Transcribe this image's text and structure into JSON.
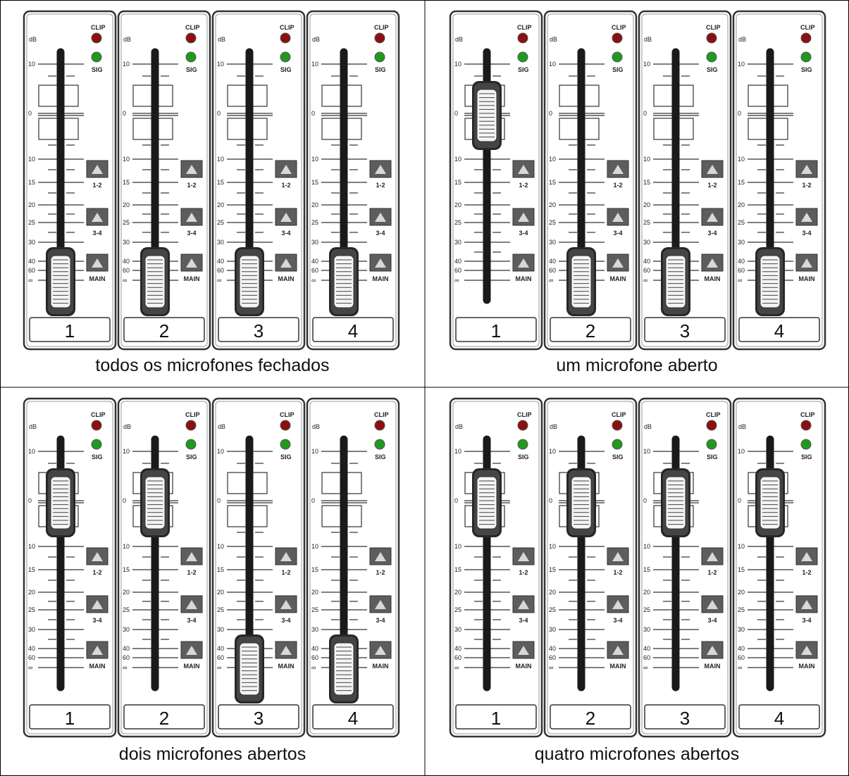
{
  "colors": {
    "clip_led": "#8b1010",
    "sig_led": "#1f9a1f",
    "slot": "#1a1a1a",
    "knob": "#454545",
    "button": "#5d5d5d",
    "border": "#333333"
  },
  "panels": [
    {
      "caption": "todos os microfones fechados",
      "channels": [
        {
          "number": "1",
          "fader_open": false
        },
        {
          "number": "2",
          "fader_open": false
        },
        {
          "number": "3",
          "fader_open": false
        },
        {
          "number": "4",
          "fader_open": false
        }
      ]
    },
    {
      "caption": "um microfone aberto",
      "channels": [
        {
          "number": "1",
          "fader_open": true
        },
        {
          "number": "2",
          "fader_open": false
        },
        {
          "number": "3",
          "fader_open": false
        },
        {
          "number": "4",
          "fader_open": false
        }
      ]
    },
    {
      "caption": "dois microfones abertos",
      "channels": [
        {
          "number": "1",
          "fader_open": true
        },
        {
          "number": "2",
          "fader_open": true
        },
        {
          "number": "3",
          "fader_open": false
        },
        {
          "number": "4",
          "fader_open": false
        }
      ]
    },
    {
      "caption": "quatro microfones abertos",
      "channels": [
        {
          "number": "1",
          "fader_open": true
        },
        {
          "number": "2",
          "fader_open": true
        },
        {
          "number": "3",
          "fader_open": true
        },
        {
          "number": "4",
          "fader_open": true
        }
      ]
    }
  ],
  "strip_labels": {
    "db": "dB",
    "clip": "CLIP",
    "sig": "SIG",
    "bus_1_2": "1-2",
    "bus_3_4": "3-4",
    "main": "MAIN",
    "scale": [
      "10",
      "0",
      "10",
      "15",
      "20",
      "25",
      "30",
      "40",
      "60",
      "∞"
    ]
  }
}
